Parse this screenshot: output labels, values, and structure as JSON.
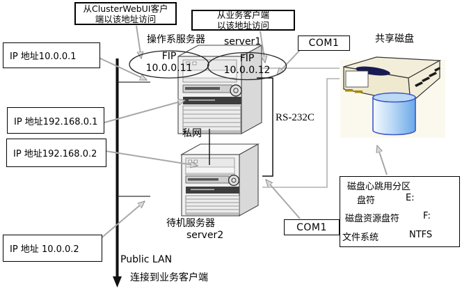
{
  "diagram": {
    "callout_webui": {
      "line1": "从ClusterWebUI客户",
      "line2": "端以该地址访问"
    },
    "callout_business": {
      "line1": "从业务客户端",
      "line2": "以该地址访问"
    },
    "server1": {
      "role": "操作系服务器",
      "name": "server1"
    },
    "server2": {
      "role": "待机服务器",
      "name": "server2"
    },
    "fip1": {
      "label": "FIP",
      "address": "10.0.0.11"
    },
    "fip2": {
      "label": "FIP",
      "address": "10.0.0.12"
    },
    "ip_boxes": [
      {
        "text": "IP 地址10.0.0.1"
      },
      {
        "text": "IP 地址192.168.0.1"
      },
      {
        "text": "IP  地址192.168.0.2"
      },
      {
        "text": "IP 地址 10.0.0.2"
      }
    ],
    "com1_top": "COM1",
    "com1_bottom": "COM1",
    "shared_disk": "共享磁盘",
    "private_network": "私网",
    "serial_link": "RS-232C",
    "public_lan": "Public LAN",
    "connect_note": "连接到业务客户端",
    "disk_info": {
      "title": "磁盘心跳用分区",
      "rows": [
        {
          "label": "盘符",
          "value": "E:"
        },
        {
          "label": "磁盘资源盘符",
          "value": "F:"
        },
        {
          "label": "文件系统",
          "value": "NTFS"
        }
      ]
    }
  },
  "colors": {
    "line_black": "#111111",
    "arrow_gray": "#a8a8a8",
    "server_front": "#f1f1f1",
    "server_side": "#d9d9d9",
    "disk_body_cream": "#f2eeda",
    "disk_oval_navy": "#1a1a52",
    "cylinder_blue": "#6aa9e8",
    "cylinder_stroke": "#3b55cc"
  }
}
